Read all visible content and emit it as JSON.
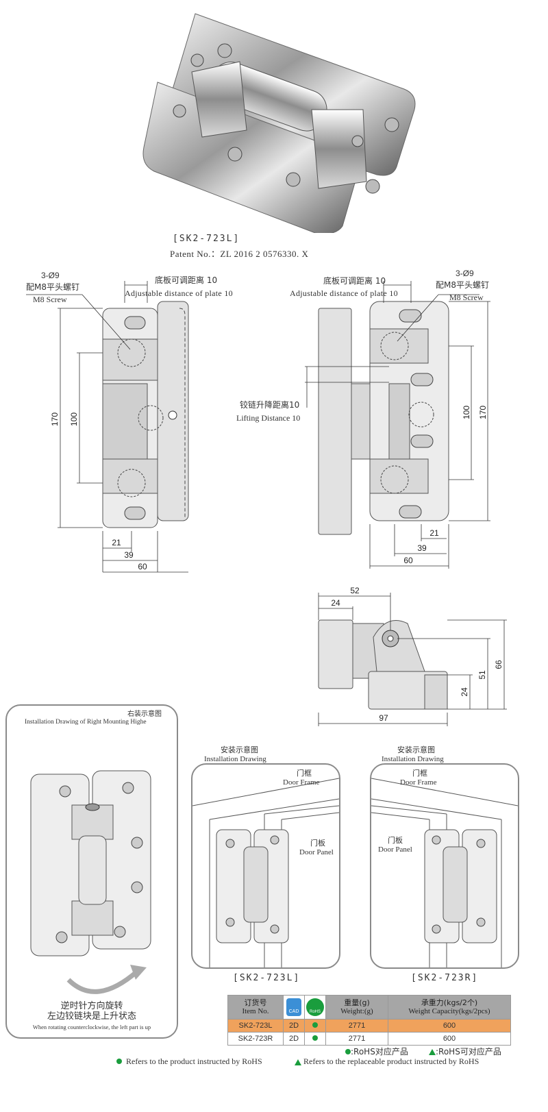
{
  "product": {
    "model": "[SK2-723L]",
    "patent": "Patent No.：ZL 2016 2 0576330. X"
  },
  "drawings": {
    "left": {
      "screw_qty": "3-Ø9",
      "screw_cn": "配M8平头螺钉",
      "screw_en": "M8 Screw",
      "adjust_cn": "底板可调距离 10",
      "adjust_en": "Adjustable distance of plate  10",
      "dim_170": "170",
      "dim_100": "100",
      "dim_21": "21",
      "dim_39": "39",
      "dim_60": "60"
    },
    "right": {
      "screw_qty": "3-Ø9",
      "screw_cn": "配M8平头螺钉",
      "screw_en": "M8 Screw",
      "adjust_cn": "底板可调距离 10",
      "adjust_en": "Adjustable distance of plate  10",
      "lift_cn": "铰链升降距离10",
      "lift_en": "Lifting Distance  10",
      "dim_100": "100",
      "dim_170": "170",
      "dim_21": "21",
      "dim_39": "39",
      "dim_60": "60"
    },
    "side": {
      "dim_52": "52",
      "dim_24_top": "24",
      "dim_66": "66",
      "dim_51": "51",
      "dim_24_side": "24",
      "dim_97": "97"
    }
  },
  "right_mount_panel": {
    "title_cn": "右装示意图",
    "title_en": "Installation Drawing of Right Mounting Highe",
    "note_cn_1": "逆时针方向旋转",
    "note_cn_2": "左边铰链块是上升状态",
    "note_en": "When rotating counterclockwise, the left part is up"
  },
  "install_left": {
    "title_cn": "安装示意图",
    "title_en": "Installation Drawing",
    "frame_cn": "门框",
    "frame_en": "Door Frame",
    "panel_cn": "门板",
    "panel_en": "Door Panel",
    "caption": "[SK2-723L]"
  },
  "install_right": {
    "title_cn": "安装示意图",
    "title_en": "Installation Drawing",
    "frame_cn": "门框",
    "frame_en": "Door Frame",
    "panel_cn": "门板",
    "panel_en": "Door Panel",
    "caption": "[SK2-723R]"
  },
  "spec_table": {
    "headers": {
      "item_cn": "订货号",
      "item_en": "Item No.",
      "cad_badge": "CAD",
      "rohs_badge": "RoHS",
      "weight_cn": "重量(g)",
      "weight_en": "Weight:(g)",
      "capacity_cn": "承重力(kgs/2个)",
      "capacity_en": "Weight Capacity(kgs/2pcs)"
    },
    "rows": [
      {
        "item": "SK2-723L",
        "cad": "2D",
        "weight": "2771",
        "capacity": "600"
      },
      {
        "item": "SK2-723R",
        "cad": "2D",
        "weight": "2771",
        "capacity": "600"
      }
    ]
  },
  "legend": {
    "rohs_cn": ":RoHS对应产品",
    "rohs_replace_cn": ":RoHS可对应产品",
    "rohs_en": "Refers to the product instructed by RoHS",
    "rohs_replace_en": "Refers to the replaceable product instructed by RoHS"
  },
  "colors": {
    "rohs_green": "#1a9d3d",
    "highlight_row": "#f0a25c",
    "table_header": "#a6a6a6",
    "cad_blue": "#3b8fd6"
  }
}
